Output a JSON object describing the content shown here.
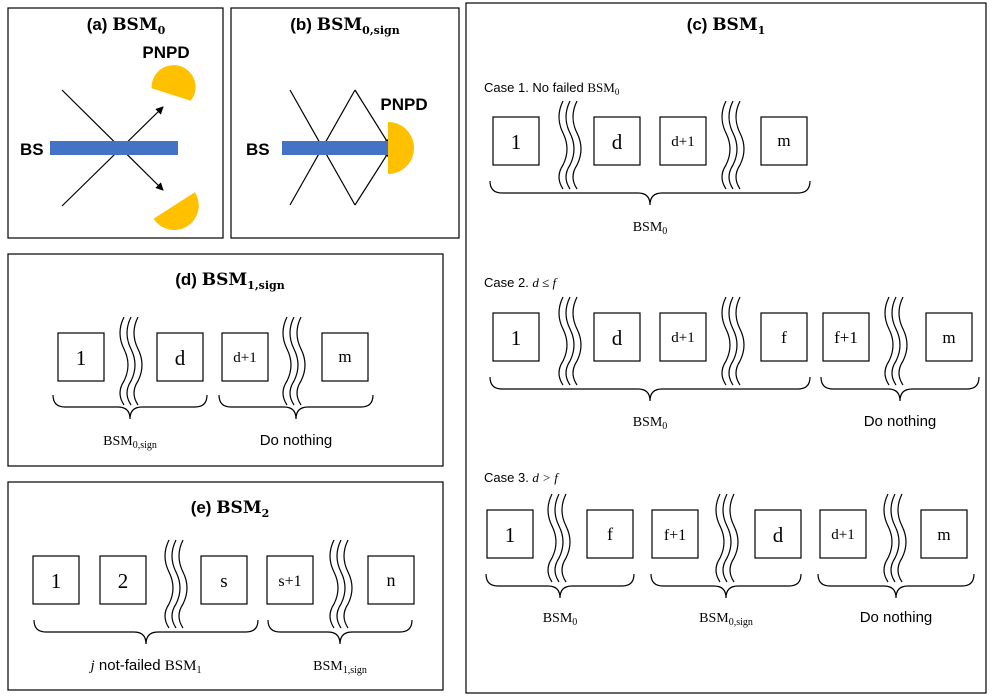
{
  "panel_a": {
    "tag": "(a) ",
    "title_main": "BSM",
    "title_sub": "0",
    "detector_label": "PNPD",
    "splitter_label": "BS"
  },
  "panel_b": {
    "tag": "(b) ",
    "title_main": "BSM",
    "title_sub": "0,sign",
    "detector_label": "PNPD",
    "splitter_label": "BS"
  },
  "panel_c": {
    "tag": "(c) ",
    "title_main": "BSM",
    "title_sub": "1",
    "case1": {
      "caption_text": "Case 1. No failed ",
      "caption_main": "BSM",
      "caption_sub": "0",
      "boxes": [
        "1",
        "d",
        "d+1",
        "m"
      ],
      "group_main": "BSM",
      "group_sub": "0"
    },
    "case2": {
      "caption_text": "Case 2. ",
      "caption_math": "d ≤ f",
      "boxes": [
        "1",
        "d",
        "d+1",
        "f",
        "f+1",
        "m"
      ],
      "group1_main": "BSM",
      "group1_sub": "0",
      "group2": "Do nothing"
    },
    "case3": {
      "caption_text": "Case 3. ",
      "caption_math": "d > f",
      "boxes": [
        "1",
        "f",
        "f+1",
        "d",
        "d+1",
        "m"
      ],
      "group1_main": "BSM",
      "group1_sub": "0",
      "group2_main": "BSM",
      "group2_sub": "0,sign",
      "group3": "Do nothing"
    }
  },
  "panel_d": {
    "tag": "(d) ",
    "title_main": "BSM",
    "title_sub": "1,sign",
    "boxes": [
      "1",
      "d",
      "d+1",
      "m"
    ],
    "group1_main": "BSM",
    "group1_sub": "0,sign",
    "group2": "Do nothing"
  },
  "panel_e": {
    "tag": "(e) ",
    "title_main": "BSM",
    "title_sub": "2",
    "boxes": [
      "1",
      "2",
      "s",
      "s+1",
      "n"
    ],
    "group1_var": "j",
    "group1_text": " not-failed ",
    "group1_main": "BSM",
    "group1_sub": "1",
    "group2_main": "BSM",
    "group2_sub": "1,sign"
  },
  "colors": {
    "beam_splitter": "#4472C4",
    "detector": "#FFC000",
    "stroke": "#000000"
  }
}
